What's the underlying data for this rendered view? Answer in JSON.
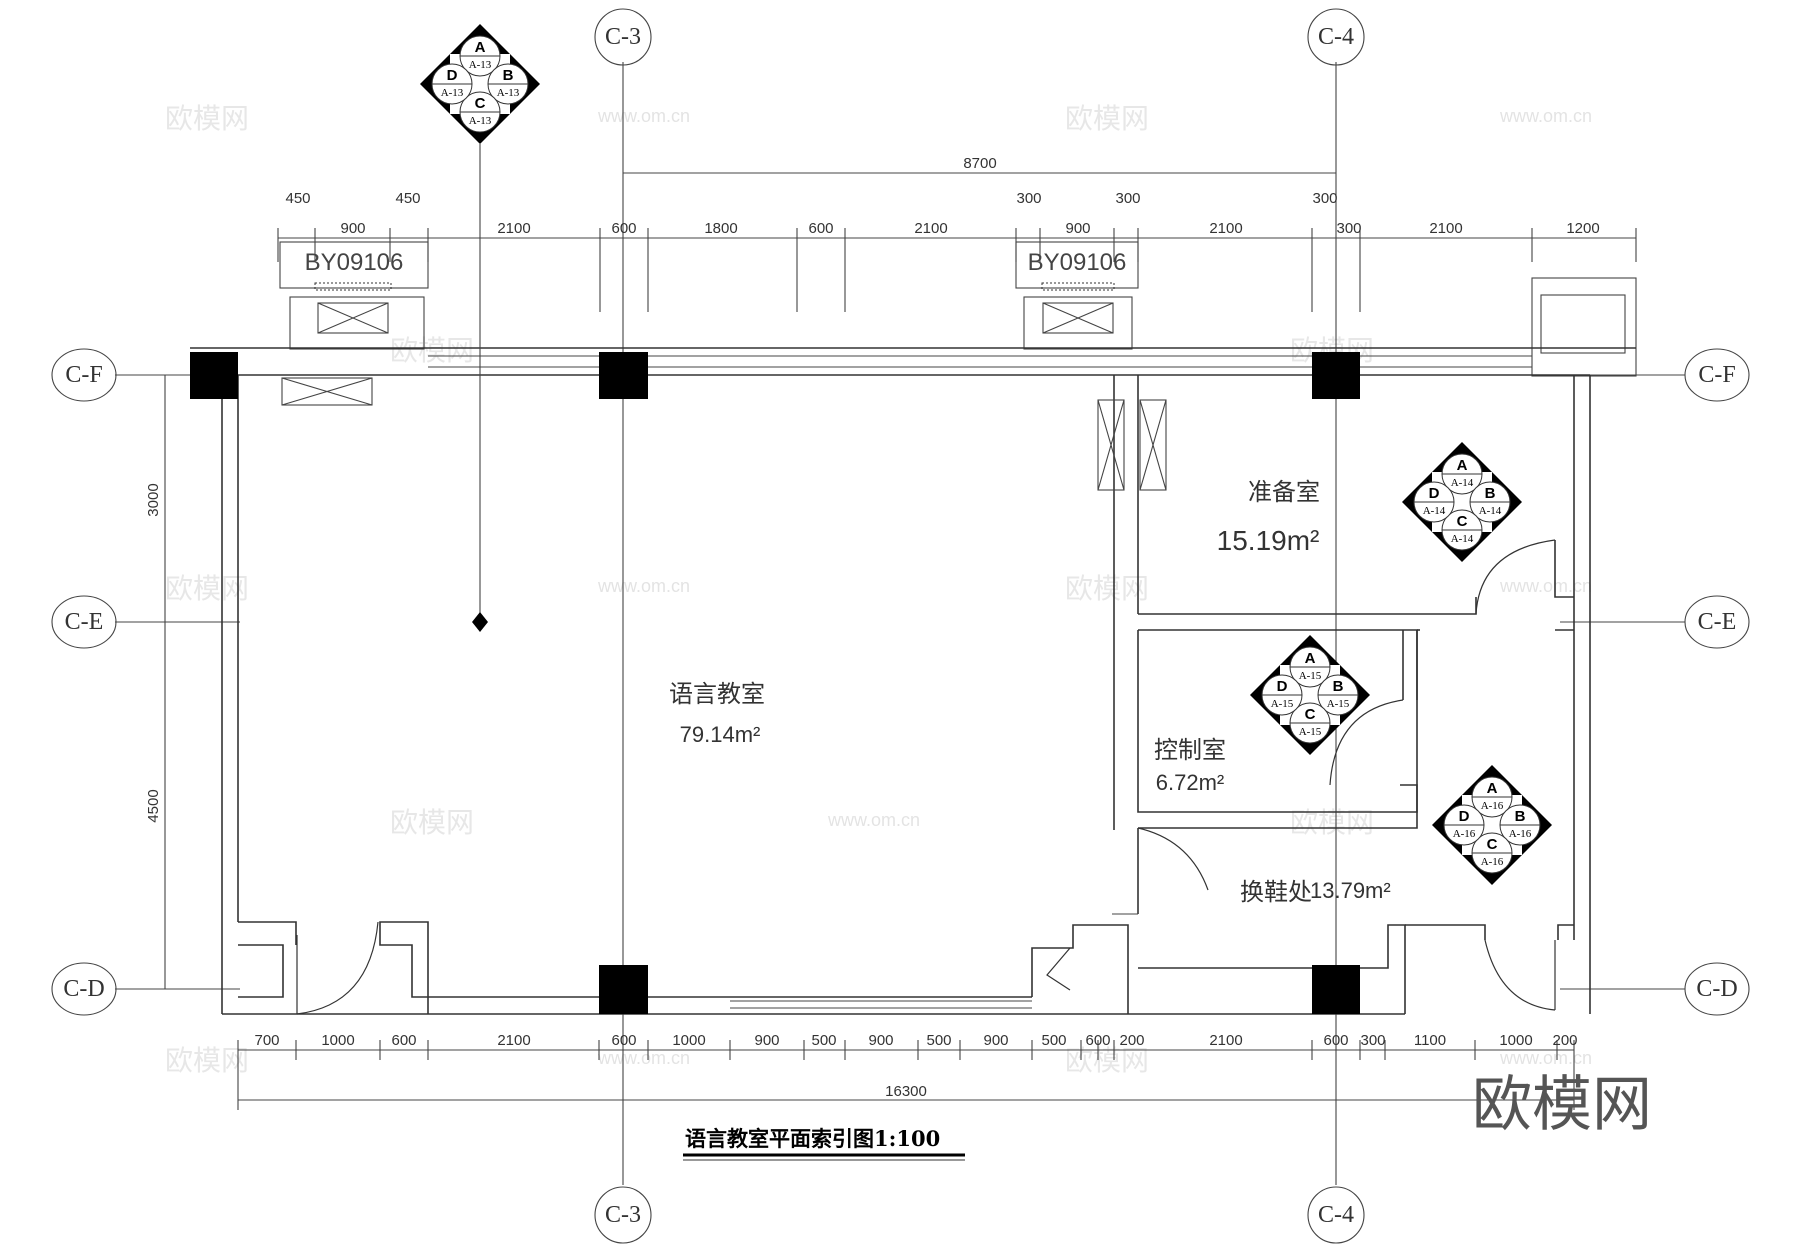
{
  "drawing": {
    "title": "语言教室平面索引图1:100",
    "axes": {
      "top": [
        {
          "label": "C-3"
        },
        {
          "label": "C-4"
        }
      ],
      "bottom": [
        {
          "label": "C-3"
        },
        {
          "label": "C-4"
        }
      ],
      "left": [
        {
          "label": "C-F"
        },
        {
          "label": "C-E"
        },
        {
          "label": "C-D"
        }
      ],
      "right": [
        {
          "label": "C-F"
        },
        {
          "label": "C-E"
        },
        {
          "label": "C-D"
        }
      ]
    },
    "dimensions": {
      "overall_axis": "8700",
      "overall_total": "16300",
      "top_upper": [
        "450",
        "450",
        "300",
        "300",
        "300"
      ],
      "top_row": [
        "900",
        "2100",
        "600",
        "1800",
        "600",
        "2100",
        "900",
        "2100",
        "300",
        "2100",
        "1200"
      ],
      "bottom_row": [
        "700",
        "1000",
        "600",
        "2100",
        "600",
        "1000",
        "900",
        "500",
        "900",
        "500",
        "900",
        "500",
        "600",
        "200",
        "2100",
        "600",
        "300",
        "1100",
        "1000",
        "200"
      ],
      "left_vertical": [
        "3000",
        "4500"
      ]
    },
    "equipment_tags": [
      "BY09106",
      "BY09106"
    ],
    "rooms": [
      {
        "name": "语言教室",
        "area": "79.14m²"
      },
      {
        "name": "准备室",
        "area": "15.19m²"
      },
      {
        "name": "控制室",
        "area": "6.72m²"
      },
      {
        "name": "换鞋处",
        "area": "13.79m²"
      }
    ],
    "index_symbols": [
      {
        "sheet": "A-13",
        "A": "A",
        "B": "B",
        "C": "C",
        "D": "D"
      },
      {
        "sheet": "A-14",
        "A": "A",
        "B": "B",
        "C": "C",
        "D": "D"
      },
      {
        "sheet": "A-15",
        "A": "A",
        "B": "B",
        "C": "C",
        "D": "D"
      },
      {
        "sheet": "A-16",
        "A": "A",
        "B": "B",
        "C": "C",
        "D": "D"
      }
    ],
    "watermark": {
      "brand": "欧模网",
      "url": "www.om.cn"
    }
  }
}
